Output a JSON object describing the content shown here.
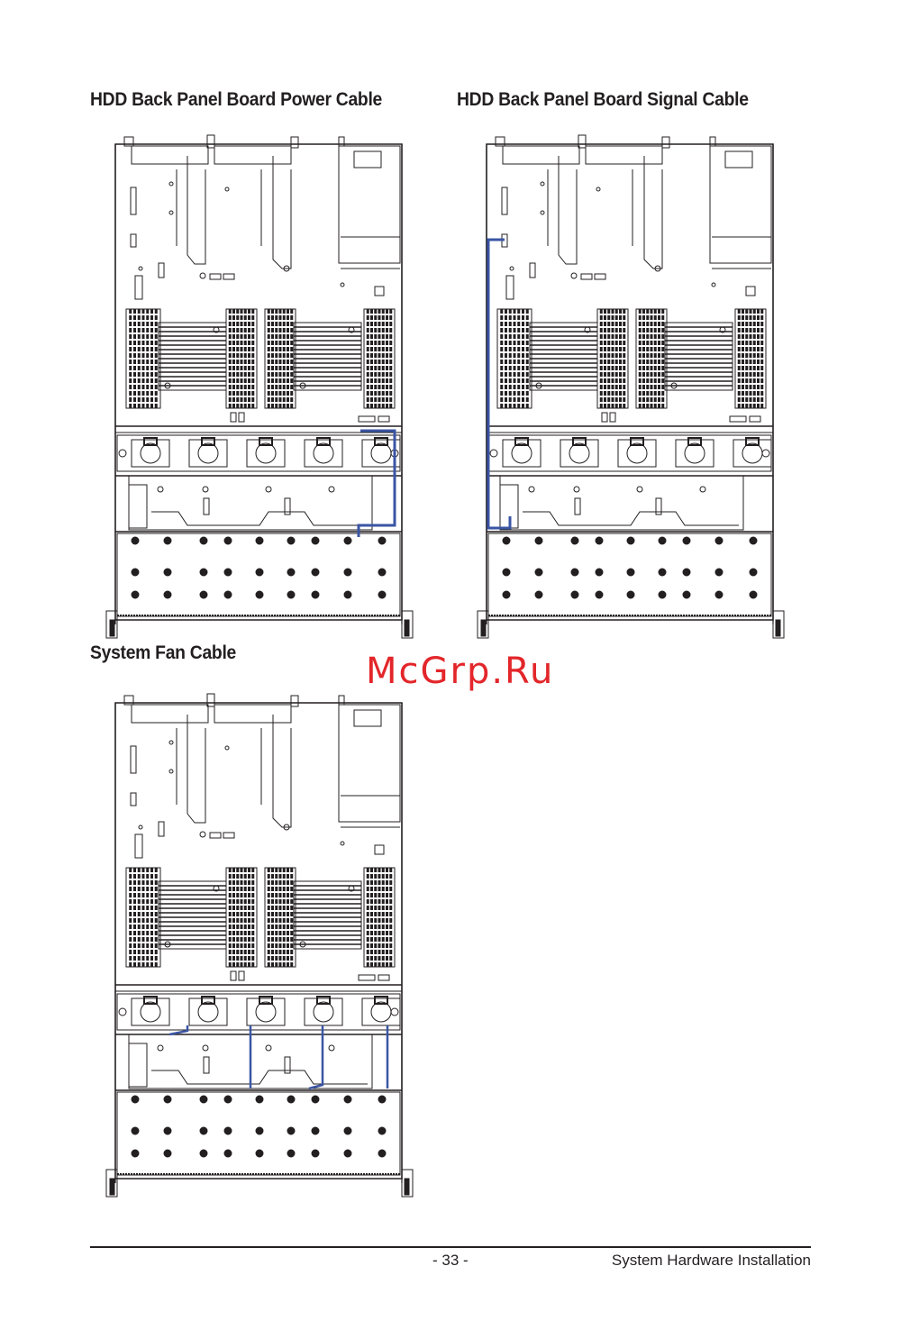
{
  "headings": {
    "power_cable": "HDD Back Panel Board Power Cable",
    "signal_cable": "HDD Back Panel Board Signal Cable",
    "fan_cable": "System Fan Cable"
  },
  "watermark": "McGrp.Ru",
  "footer": {
    "page_number": "- 33 -",
    "section": "System Hardware Installation"
  },
  "colors": {
    "line": "#231f20",
    "cable": "#3a55a4",
    "watermark": "#e3262a"
  }
}
